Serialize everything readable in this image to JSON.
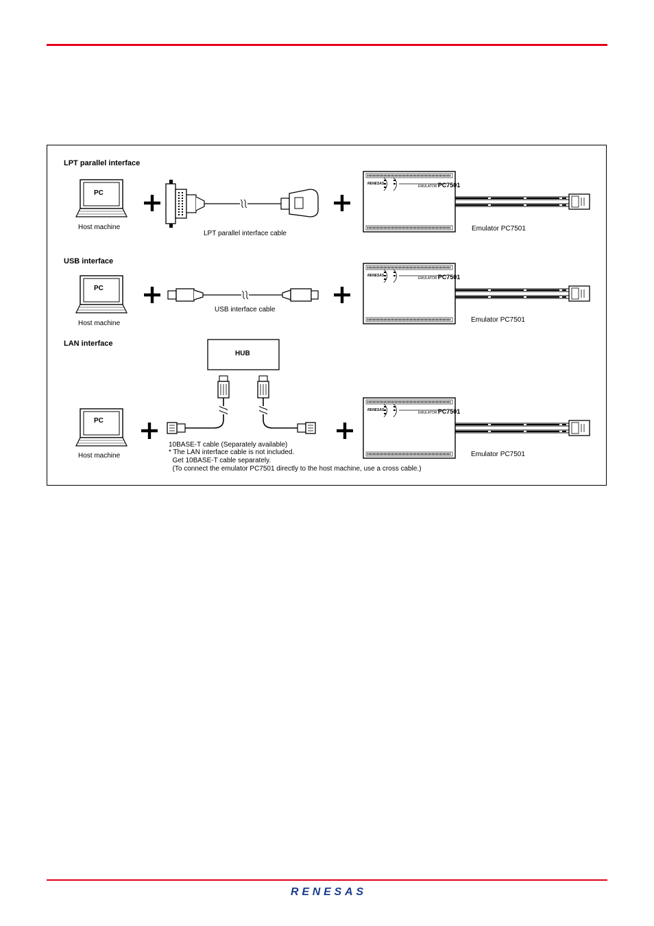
{
  "page": {
    "accent_color": "#e3001b",
    "logo_text": "RENESAS"
  },
  "figure": {
    "sections": [
      {
        "title": "LPT parallel interface",
        "pc_label": "PC",
        "host_label": "Host machine",
        "cable_label": "LPT parallel interface cable",
        "emulator_label": "Emulator PC7501",
        "plus": "+"
      },
      {
        "title": "USB interface",
        "pc_label": "PC",
        "host_label": "Host machine",
        "cable_label": "USB interface cable",
        "emulator_label": "Emulator PC7501",
        "plus": "+"
      },
      {
        "title": "LAN interface",
        "pc_label": "PC",
        "host_label": "Host machine",
        "hub_label": "HUB",
        "cable_label": "10BASE-T cable (Separately available)",
        "note_lines": [
          "* The LAN interface cable is not included.",
          "  Get 10BASE-T cable separately.",
          "  (To connect the emulator PC7501 directly to the host machine, use a cross cable.)"
        ],
        "emulator_label": "Emulator PC7501",
        "plus": "+"
      }
    ],
    "emulator_brand": "EMULATOR",
    "emulator_model": "PC7501",
    "vendor_small": "RENESAS"
  }
}
